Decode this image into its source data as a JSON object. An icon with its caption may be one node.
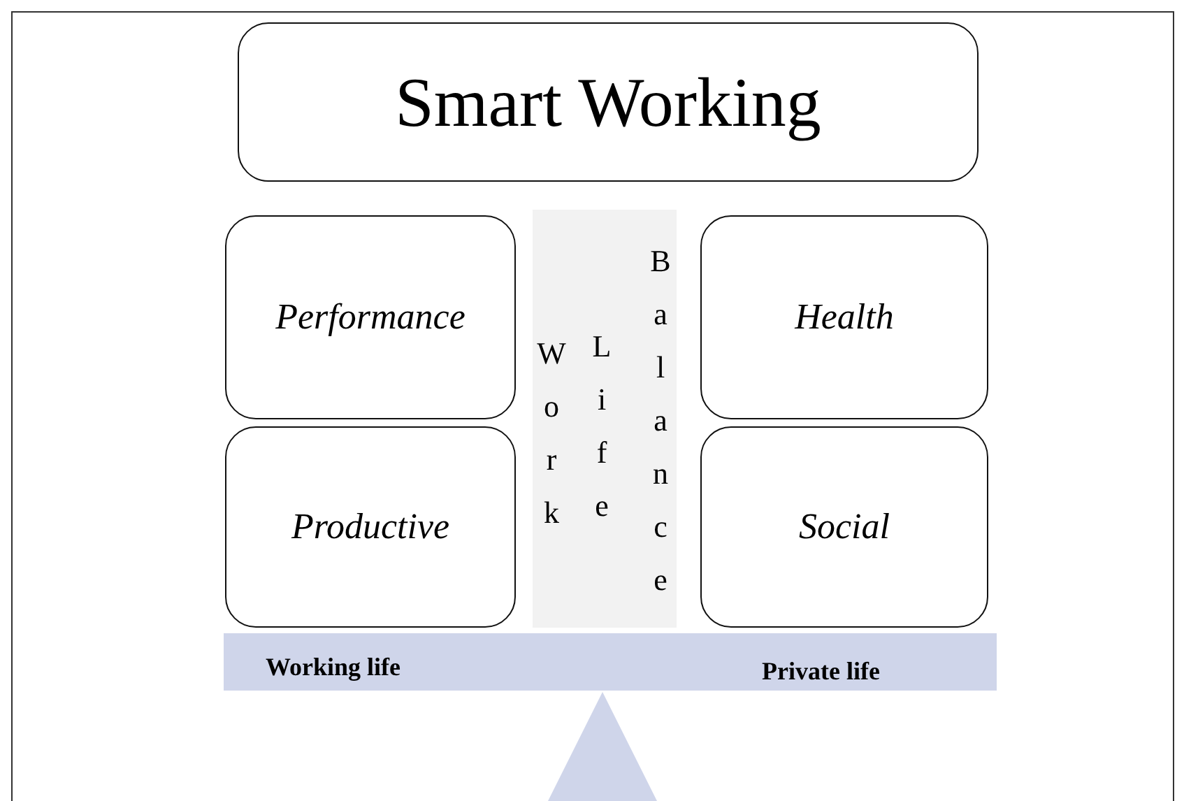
{
  "diagram": {
    "nodes": [
      {
        "text": [
          "Smart Working"
        ]
      },
      {
        "text": [
          "Performance"
        ]
      },
      {
        "text": [
          "Productive"
        ]
      },
      {
        "text": [
          "Work",
          "Life",
          "Balance"
        ]
      },
      {
        "text": [
          "Health"
        ]
      },
      {
        "text": [
          "Social"
        ]
      },
      {
        "text": [
          "Working life",
          "Private life"
        ]
      },
      {
        "text": [],
        "shape": "triangle"
      }
    ],
    "edges": []
  }
}
